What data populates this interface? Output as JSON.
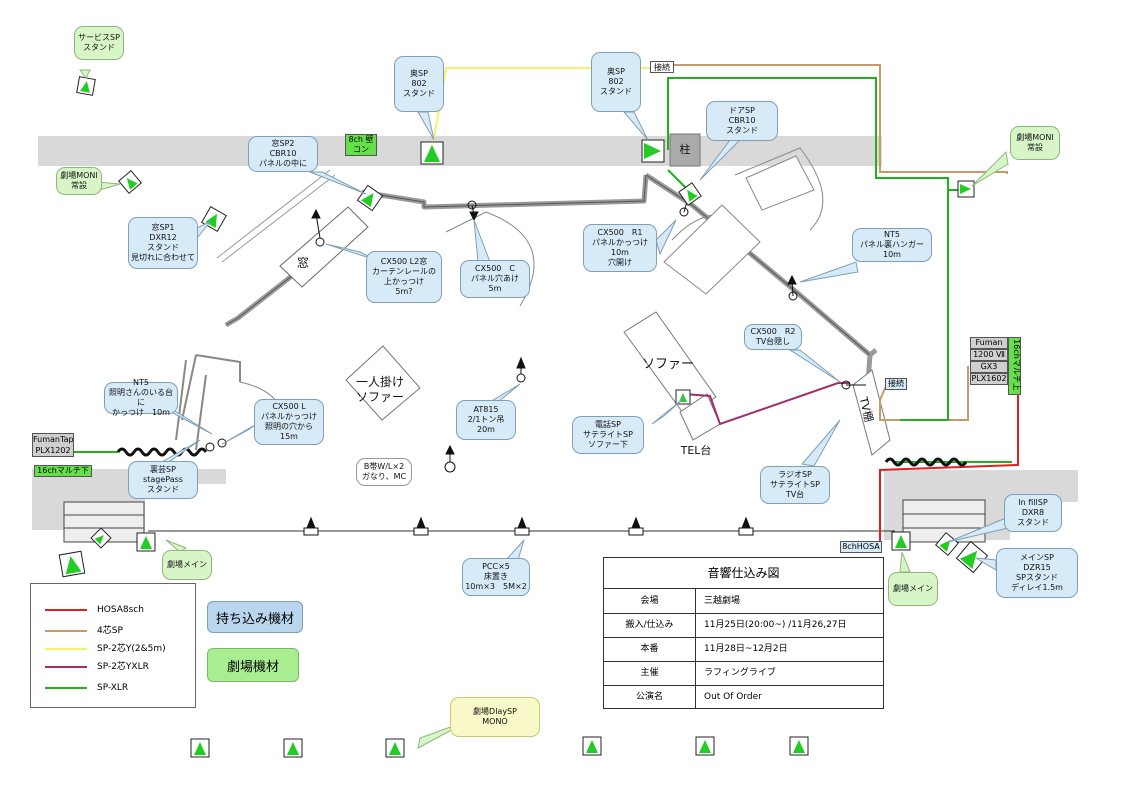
{
  "colors": {
    "hosa": "#e02020",
    "four_core": "#c89a6a",
    "sp2_y": "#f6f06a",
    "sp2_yxlr": "#a0306a",
    "sp_xlr": "#20b020",
    "speaker_green": "#22cc22",
    "callout_blue": "#d6eaf8",
    "callout_green": "#d8f5c8"
  },
  "labels": {
    "service_sp": "サービスSP\nスタンド",
    "oku_sp_left": "奥SP\n802\nスタンド",
    "oku_sp_right": "奥SP\n802\nスタンド",
    "setsuzoku_top": "接続",
    "door_sp": "ドアSP\nCBR10\nスタンド",
    "moni_right": "劇場MONI\n常設",
    "hashira": "柱",
    "wall_con": "8ch\n壁コン",
    "mado_sp2": "窓SP2\nCBR10\nパネルの中に",
    "moni_left": "劇場MONI\n常設",
    "mado_sp1": "窓SP1\nDXR12\nスタンド\n見切れに合わせて",
    "mado": "窓",
    "cx500_l2": "CX500 L2窓\nカーテンレールの\n上かっつけ\n5m?",
    "cx500_c": "CX500　C\nパネル穴あけ\n5m",
    "cx500_r1": "CX500　R1\nパネルかっつけ\n10m\n穴開け",
    "nt5_right": "NT5\nパネル裏ハンガー\n10m",
    "cx500_r2": "CX500　R2\nTV台隠し",
    "hitori_sofa": "一人掛け\nソファー",
    "sofa": "ソファー",
    "tel": "TEL台",
    "tv": "TV棚",
    "at815": "AT815\n2/1トン吊\n20m",
    "denwa_sp": "電話SP\nサテライトSP\nソファー下",
    "radio_sp": "ラジオSP\nサテライトSP\nTV台",
    "nt5_left": "NT5\n照明さんのいる台に\nかっつけ　10m",
    "cx500_l": "CX500 L\nパネルかっつけ\n照明の穴から\n15m",
    "b_wl": "B帯W/L×2\nガなり、MC",
    "uragei_sp": "裏芸SP\nstagePass\nスタンド",
    "fuman_tap": "FumanTap\nPLX1202",
    "multi_left": "16chマルチ下",
    "main_left": "劇場メイン",
    "main_right": "劇場メイン",
    "pcc": "PCC×5\n床置き\n10m×3　5M×2",
    "infill": "In fillSP\nDXR8\nスタンド",
    "main_sp": "メインSP\nDZR15\nSPスタンド\nディレイ1.5m",
    "hosa": "8chHOSA",
    "setsuzoku_mid": "接続",
    "fuman_rack": [
      "Fuman",
      "1200 Ⅶ",
      "GX3",
      "PLX1602"
    ],
    "multi_right": "16chマルチ上",
    "delay_sp": "劇場DlaySP\nMONO"
  },
  "legend": {
    "items": [
      {
        "label": "HOSA8sch",
        "color": "#e02020"
      },
      {
        "label": "4芯SP",
        "color": "#c89a6a"
      },
      {
        "label": "SP-2芯Y(2&5m)",
        "color": "#f6f06a"
      },
      {
        "label": "SP-2芯YXLR",
        "color": "#a0306a"
      },
      {
        "label": "SP-XLR",
        "color": "#20b020"
      }
    ],
    "bring_in": "持ち込み機材",
    "house": "劇場機材"
  },
  "info": {
    "title": "音響仕込み図",
    "rows": [
      {
        "key": "会場",
        "value": "三越劇場"
      },
      {
        "key": "搬入/仕込み",
        "value": "11月25日(20:00~) /11月26,27日"
      },
      {
        "key": "本番",
        "value": "11月28日~12月2日"
      },
      {
        "key": "主催",
        "value": "ラフィングライブ"
      },
      {
        "key": "公演名",
        "value": "Out Of Order"
      }
    ]
  }
}
